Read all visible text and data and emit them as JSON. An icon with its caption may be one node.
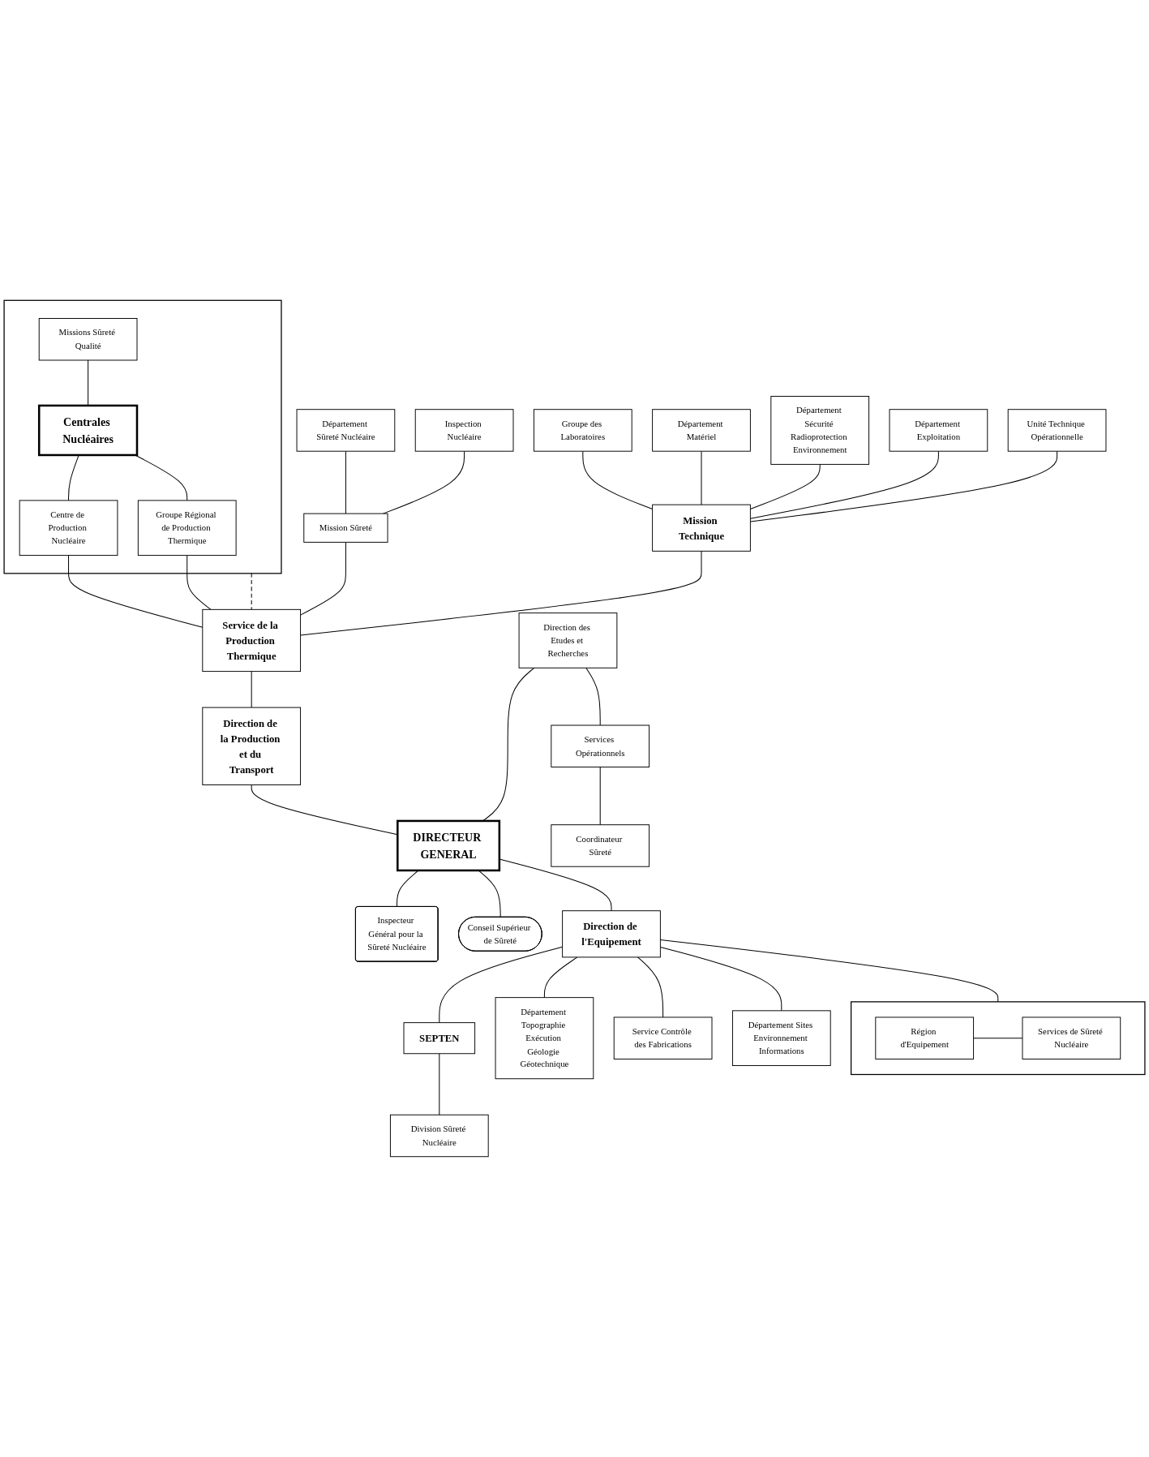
{
  "diagram": {
    "nodes": [
      {
        "text": [
          "Département Sûreté Nucléaire"
        ]
      },
      {
        "text": [
          "Inspection Nucléaire"
        ]
      },
      {
        "text": [
          "Mission Sûreté"
        ]
      },
      {
        "text": [],
        "shape": "box"
      },
      {
        "text": [
          "Missions Sûreté Qualité"
        ],
        "in": 3
      },
      {
        "text": [
          "Centrales Nucléaires"
        ],
        "in": 3
      },
      {
        "text": [
          "Centre de Production Nucléaire"
        ],
        "in": 3
      },
      {
        "text": [
          "Groupe Régional de Production Thermique"
        ],
        "in": 3
      },
      {
        "text": [
          "Groupe des Laboratoires"
        ]
      },
      {
        "text": [
          "Département Matériel"
        ]
      },
      {
        "text": [
          "Département Sécurité Radioprotection Environnement"
        ]
      },
      {
        "text": [
          "Département Exploitation"
        ]
      },
      {
        "text": [
          "Unité Technique Opérationnelle"
        ]
      },
      {
        "text": [
          "Mission Technique"
        ]
      },
      {
        "text": [
          "Service de la Production Thermique"
        ]
      },
      {
        "text": [
          "Direction de la Production et du Transport"
        ]
      },
      {
        "text": [
          "Direction des Etudes et Recherches"
        ]
      },
      {
        "text": [
          "Services Opérationnels"
        ]
      },
      {
        "text": [
          "Coordinateur Sûreté"
        ]
      },
      {
        "text": [
          "DIRECTEUR GENERAL"
        ]
      },
      {
        "text": [
          "Inspecteur Général pour la Sûreté Nucléaire"
        ]
      },
      {
        "text": [
          "Conseil Supérieur de Sûreté"
        ]
      },
      {
        "text": [
          "Direction de l'Equipement"
        ]
      },
      {
        "text": [],
        "shape": "box"
      },
      {
        "text": [
          "Région d'Equipement"
        ],
        "in": 23
      },
      {
        "text": [
          "Services de Sûreté Nucléaire"
        ],
        "in": 23
      },
      {
        "text": [
          "SEPTEN"
        ]
      },
      {
        "text": [
          "Division Sûreté Nucléaire"
        ]
      },
      {
        "text": [
          "Département Topographie Exécution Géologie Géotechnique"
        ]
      },
      {
        "text": [
          "Service Contrôle des Fabrications"
        ]
      },
      {
        "text": [
          "Département Sites Environnement Informations"
        ]
      }
    ],
    "edges": [
      {
        "from": 0,
        "to": 2,
        "arrow": "none"
      },
      {
        "from": 1,
        "to": 2,
        "arrow": "none"
      },
      {
        "from": 4,
        "to": 5,
        "arrow": "none"
      },
      {
        "from": 5,
        "to": 6,
        "arrow": "none"
      },
      {
        "from": 5,
        "to": 7,
        "arrow": "none"
      },
      {
        "from": 8,
        "to": 13,
        "arrow": "none"
      },
      {
        "from": 9,
        "to": 13,
        "arrow": "none"
      },
      {
        "from": 10,
        "to": 13,
        "arrow": "none"
      },
      {
        "from": 11,
        "to": 13,
        "arrow": "none"
      },
      {
        "from": 12,
        "to": 13,
        "arrow": "none"
      },
      {
        "from": 2,
        "to": 14,
        "arrow": "none"
      },
      {
        "from": 6,
        "to": 14,
        "arrow": "none"
      },
      {
        "from": 7,
        "to": 14,
        "arrow": "none"
      },
      {
        "from": 3,
        "to": 14,
        "arrow": "none",
        "style": "dashed"
      },
      {
        "from": 13,
        "to": 14,
        "arrow": "none"
      },
      {
        "from": 14,
        "to": 15,
        "arrow": "none"
      },
      {
        "from": 15,
        "to": 19,
        "arrow": "none"
      },
      {
        "from": 16,
        "to": 19,
        "arrow": "none"
      },
      {
        "from": 16,
        "to": 17,
        "arrow": "none"
      },
      {
        "from": 17,
        "to": 18,
        "arrow": "none"
      },
      {
        "from": 19,
        "to": 20,
        "arrow": "none"
      },
      {
        "from": 19,
        "to": 21,
        "arrow": "none"
      },
      {
        "from": 19,
        "to": 22,
        "arrow": "none"
      },
      {
        "from": 22,
        "to": 23,
        "arrow": "none"
      },
      {
        "from": 24,
        "to": 25,
        "arrow": "none"
      },
      {
        "from": 22,
        "to": 26,
        "arrow": "none"
      },
      {
        "from": 26,
        "to": 27,
        "arrow": "none"
      },
      {
        "from": 22,
        "to": 28,
        "arrow": "none"
      },
      {
        "from": 22,
        "to": 29,
        "arrow": "none"
      },
      {
        "from": 22,
        "to": 30,
        "arrow": "none"
      }
    ]
  }
}
